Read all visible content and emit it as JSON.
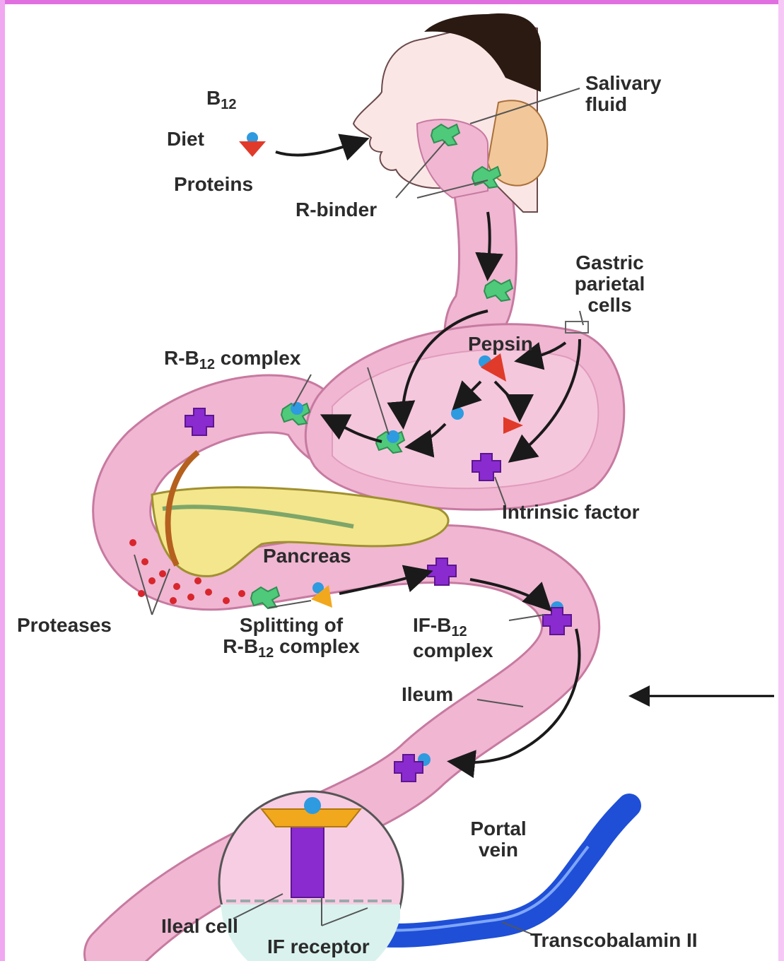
{
  "colors": {
    "frame_top": "#e070e0",
    "frame_left": "#f0a8f0",
    "tube": "#f0b6d2",
    "tube_edge": "#c77aa0",
    "lumen": "#f5c7dc",
    "skin": "#fbe6e6",
    "hair": "#2a1a12",
    "ear": "#f2c89a",
    "pancreas": "#f3e68c",
    "r_binder": "#4fc97a",
    "b12": "#2e9ae0",
    "diet_protein": "#e03a2a",
    "intrinsic_factor": "#8a2bd0",
    "if_receptor_cup": "#f2a81d",
    "protease_dots": "#d8262c",
    "portal_vein": "#1f4fd6",
    "cell_layer": "#d9f2ee",
    "label_text": "#2b2b2b"
  },
  "labels": {
    "b12": {
      "main": "B",
      "sub": "12"
    },
    "diet": "Diet",
    "proteins": "Proteins",
    "r_binder": "R-binder",
    "salivary_fluid": [
      "Salivary",
      "fluid"
    ],
    "gastric_parietal_cells": [
      "Gastric",
      "parietal",
      "cells"
    ],
    "pepsin": "Pepsin",
    "r_b12_complex": {
      "pre": "R-B",
      "sub": "12",
      "post": " complex"
    },
    "intrinsic_factor": "Intrinsic factor",
    "pancreas": "Pancreas",
    "proteases": "Proteases",
    "splitting_line1": "Splitting of",
    "splitting_line2": {
      "pre": "R-B",
      "sub": "12",
      "post": " complex"
    },
    "if_b12_line1": {
      "pre": "IF-B",
      "sub": "12"
    },
    "if_b12_line2": "complex",
    "ileum": "Ileum",
    "portal_vein": [
      "Portal",
      "vein"
    ],
    "ileal_cell": "Ileal cell",
    "if_receptor": "IF receptor",
    "transcobalamin": "Transcobalamin II"
  },
  "icons": [
    "head-profile",
    "salivary-gland",
    "r-binder-shape",
    "b12-sphere",
    "intrinsic-factor-shape",
    "pancreas-organ",
    "portal-vein-vessel",
    "magnifier-circle",
    "pointer-arrow"
  ]
}
